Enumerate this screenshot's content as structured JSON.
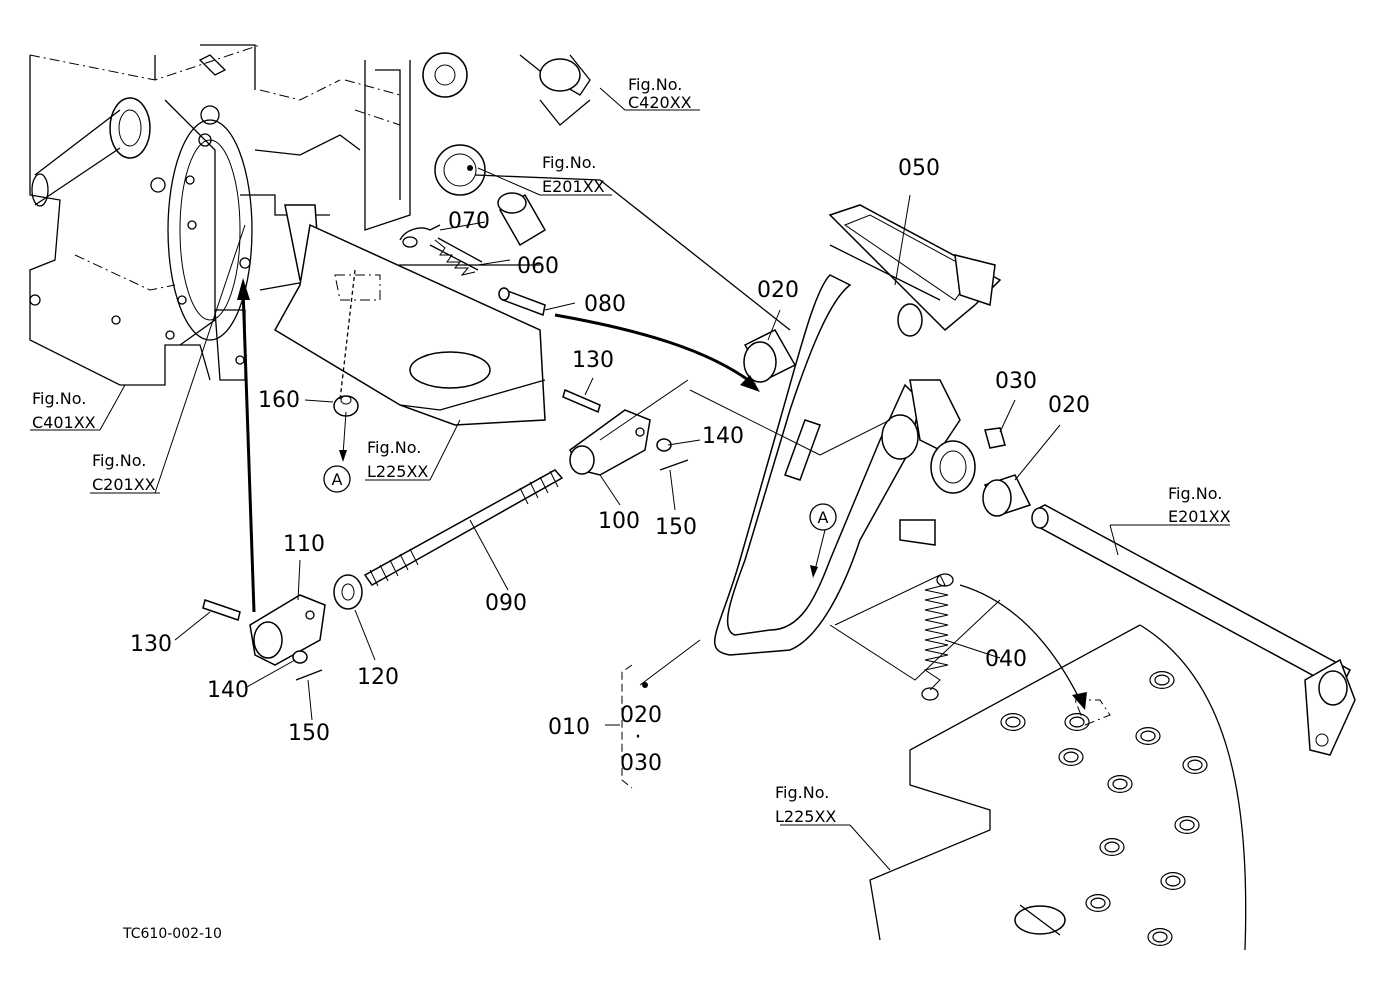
{
  "figure_code": "TC610-002-10",
  "fig_refs": [
    {
      "id": "c420",
      "line1": "Fig.No.",
      "line2": "C420XX"
    },
    {
      "id": "e201-top",
      "line1": "Fig.No.",
      "line2": "E201XX"
    },
    {
      "id": "c401",
      "line1": "Fig.No.",
      "line2": "C401XX"
    },
    {
      "id": "c201",
      "line1": "Fig.No.",
      "line2": "C201XX"
    },
    {
      "id": "l225-mid",
      "line1": "Fig.No.",
      "line2": "L225XX"
    },
    {
      "id": "e201-right",
      "line1": "Fig.No.",
      "line2": "E201XX"
    },
    {
      "id": "l225-bottom",
      "line1": "Fig.No.",
      "line2": "L225XX"
    }
  ],
  "part_labels": [
    {
      "id": "050",
      "text": "050"
    },
    {
      "id": "070",
      "text": "070"
    },
    {
      "id": "060",
      "text": "060"
    },
    {
      "id": "080",
      "text": "080"
    },
    {
      "id": "020-a",
      "text": "020"
    },
    {
      "id": "030-a",
      "text": "030"
    },
    {
      "id": "020-b",
      "text": "020"
    },
    {
      "id": "130-a",
      "text": "130"
    },
    {
      "id": "160",
      "text": "160"
    },
    {
      "id": "140-a",
      "text": "140"
    },
    {
      "id": "100",
      "text": "100"
    },
    {
      "id": "150-a",
      "text": "150"
    },
    {
      "id": "110",
      "text": "110"
    },
    {
      "id": "090",
      "text": "090"
    },
    {
      "id": "130-b",
      "text": "130"
    },
    {
      "id": "120",
      "text": "120"
    },
    {
      "id": "140-b",
      "text": "140"
    },
    {
      "id": "150-b",
      "text": "150"
    },
    {
      "id": "040",
      "text": "040"
    },
    {
      "id": "010",
      "text": "010"
    },
    {
      "id": "020-c",
      "text": "020"
    },
    {
      "id": "030-c",
      "text": "030"
    }
  ],
  "markers": [
    {
      "id": "a-left",
      "text": "A"
    },
    {
      "id": "a-pedal",
      "text": "A"
    }
  ],
  "group_dot": "·"
}
